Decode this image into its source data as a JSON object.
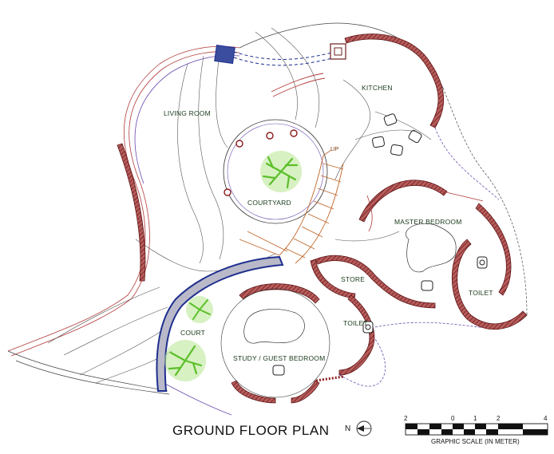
{
  "title": "GROUND FLOOR PLAN",
  "rooms": {
    "living_room": "LIVING  ROOM",
    "kitchen": "KITCHEN",
    "courtyard": "COURTYARD",
    "up": "UP",
    "master_bedroom": "MASTER BEDROOM",
    "store": "STORE",
    "toilet_master": "TOILET",
    "toilet_study": "TOILET",
    "court": "COURT",
    "study": "STUDY / GUEST BEDROOM"
  },
  "north": {
    "label": "N"
  },
  "scale": {
    "caption": "GRAPHIC SCALE (IN METER)",
    "ticks": [
      "2",
      "0",
      "1",
      "2",
      "4"
    ]
  },
  "colors": {
    "wall_fill": "#9e3b3b",
    "wall_line": "#6b1f1f",
    "blue_wall": "#1f2f8f",
    "stair": "#c0662a",
    "tree": "#7fd14a",
    "purple_line": "#6b4bb0"
  }
}
